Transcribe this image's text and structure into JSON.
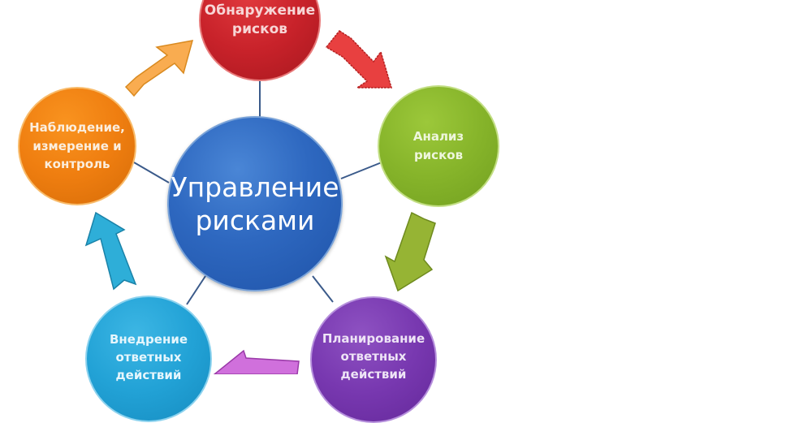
{
  "diagram": {
    "center": {
      "label": "Управление\nрисками",
      "color": "#2e68c0"
    },
    "nodes": [
      {
        "id": "identification",
        "label": "Обнаружение\nрисков",
        "color": "#c8222a"
      },
      {
        "id": "analysis",
        "label": "Анализ\nрисков",
        "color": "#86b42a"
      },
      {
        "id": "planning",
        "label": "Планирование\nответных\nдействий",
        "color": "#7838b0"
      },
      {
        "id": "implementation",
        "label": "Внедрение\nответных\nдействий",
        "color": "#22a2d6"
      },
      {
        "id": "monitoring",
        "label": "Наблюдение,\nизмерение и\nконтроль",
        "color": "#ef7e10"
      }
    ],
    "arrows": [
      {
        "from": "monitoring",
        "to": "identification",
        "color": "#f7a84a"
      },
      {
        "from": "identification",
        "to": "analysis",
        "color": "#e63a3a"
      },
      {
        "from": "analysis",
        "to": "planning",
        "color": "#8faa2e"
      },
      {
        "from": "planning",
        "to": "implementation",
        "color": "#cc66d8"
      },
      {
        "from": "implementation",
        "to": "monitoring",
        "color": "#2eaad8"
      }
    ],
    "connector_color": "#3a5a8a"
  }
}
